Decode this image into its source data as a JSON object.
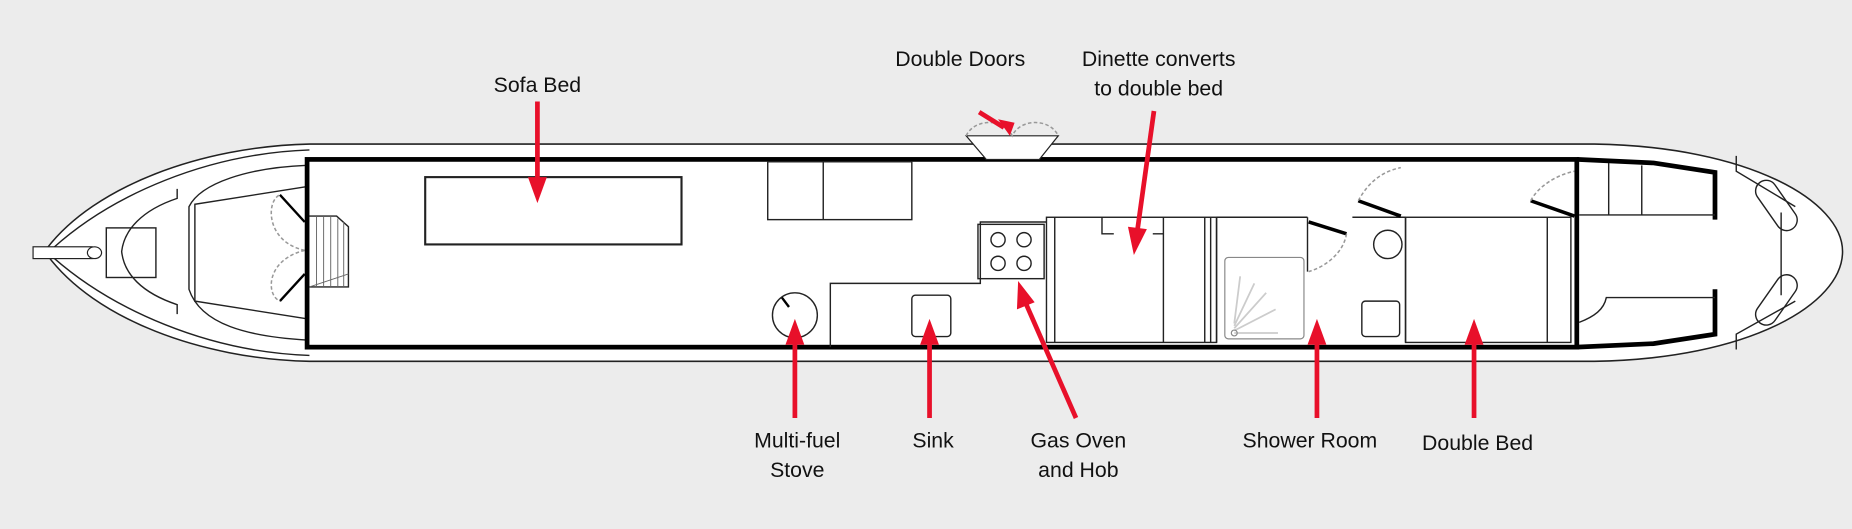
{
  "title": "Narrowboat floor plan",
  "colors": {
    "background": "#ececec",
    "arrow": "#e8102a",
    "hull": "#ffffff",
    "line": "#000000"
  },
  "labels": {
    "sofa_bed": "Sofa Bed",
    "double_doors": "Double Doors",
    "dinette_line1": "Dinette converts",
    "dinette_line2": "to double bed",
    "stove_line1": "Multi-fuel",
    "stove_line2": "Stove",
    "sink": "Sink",
    "gas_line1": "Gas Oven",
    "gas_line2": "and Hob",
    "shower_room": "Shower Room",
    "double_bed": "Double Bed"
  }
}
